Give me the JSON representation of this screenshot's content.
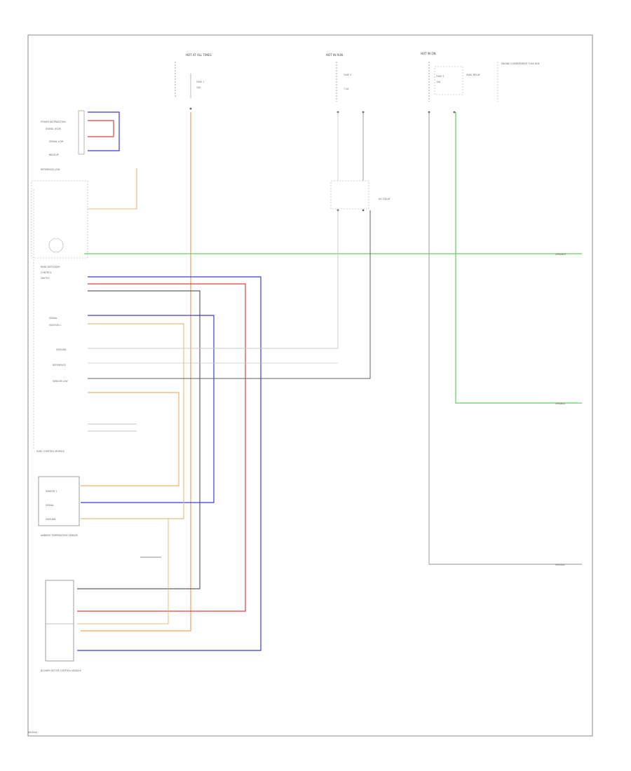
{
  "diagram": {
    "footer_code": "W04944",
    "colors": {
      "frame": "#888888",
      "blue": "#3a3adf",
      "red": "#e04040",
      "orange": "#f0a050",
      "tan": "#e0c080",
      "green": "#60d060",
      "gray": "#909090",
      "dark": "#606060",
      "lightgray": "#c8c8c8"
    },
    "labels": {
      "fuse_hot_at_all": "HOT AT ALL TIMES",
      "fuse_hot_run": "HOT IN RUN",
      "fuse_hot_on": "HOT IN ON",
      "fuse_a": "FUSE 1",
      "fuse_a_amps": "10A",
      "fuse_b": "FUSE 2",
      "fuse_b_amps": "7.5A",
      "fuse_c": "FUSE 3",
      "fuse_c_amps": "10A",
      "fuse_block_right": "ENGINE COMPARTMENT FUSE BOX",
      "left_top_1": "POWER DISTRIBUTION",
      "left_top_2": "SIGNAL (ECM)",
      "left_top_3": "SIGNAL LOW",
      "left_top_4": "BACK-UP",
      "left_src": "REFERENCE LOW",
      "left_mid_1": "REAR DEFOGGER",
      "left_mid_2": "CONTROL",
      "left_mid_3": "SWITCH",
      "left_sig_1": "SIGNAL",
      "left_sig_2": "IGNITION 1",
      "left_sig_3": "GROUND",
      "left_sig_4": "REFERENCE",
      "left_sig_5": "SENSOR LOW",
      "module_label": "HVAC CONTROL MODULE",
      "sensor_box_1": "SENSOR 1",
      "sensor_box_2": "SIGNAL",
      "sensor_box_3": "GROUND",
      "sensor_caption": "AMBIENT TEMPERATURE SENSOR",
      "lower_box_caption": "BLOWER MOTOR CONTROL MODULE",
      "relay_label": "A/C RELAY",
      "right_gnd_1": "GRN/WHT",
      "right_gnd_2": "GRN/BLK",
      "right_gnd_3": "GRY/BLK",
      "hvac_label": "HVAC RELAY"
    }
  }
}
